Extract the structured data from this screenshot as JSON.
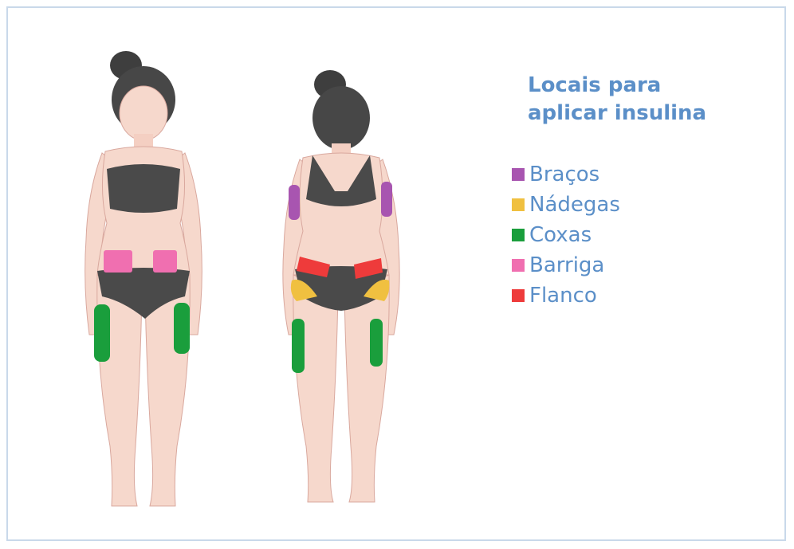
{
  "title": "Locais para aplicar insulina",
  "legend": [
    {
      "label": "Braços",
      "color": "#a855b0"
    },
    {
      "label": "Nádegas",
      "color": "#f0c040"
    },
    {
      "label": "Coxas",
      "color": "#1a9e3c"
    },
    {
      "label": "Barriga",
      "color": "#f06fb0"
    },
    {
      "label": "Flanco",
      "color": "#ee3b3b"
    }
  ],
  "colors": {
    "skin": "#f6d8cc",
    "skin_line": "#d9a89e",
    "garment": "#4a4a4a",
    "hair": "#3e3e3e",
    "accent": "#5b8fc8"
  }
}
